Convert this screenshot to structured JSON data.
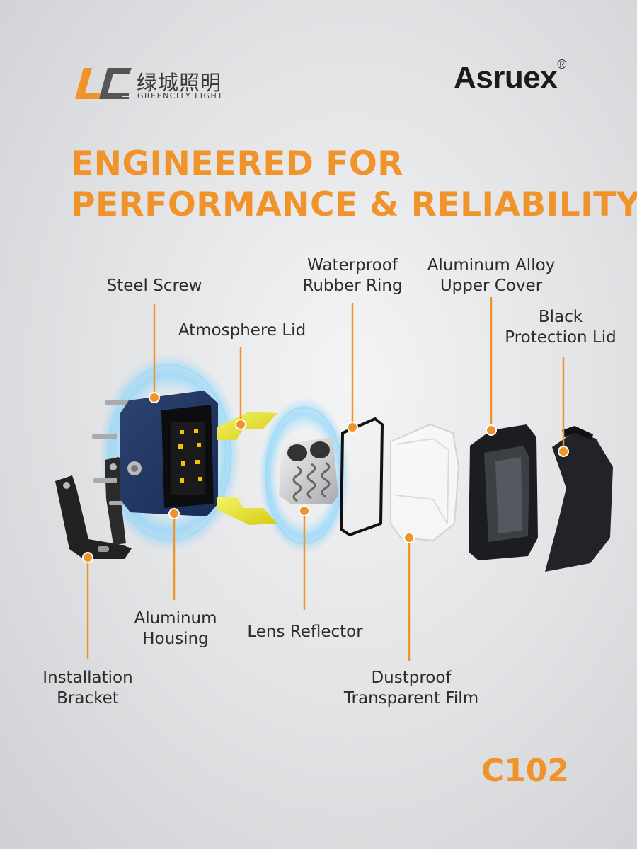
{
  "brand_left": {
    "logo_icon": "lc-logo-icon",
    "name_cn": "绿城照明",
    "name_en": "GREENCITY LIGHT"
  },
  "brand_right": {
    "name": "Asruex",
    "mark": "®"
  },
  "title": {
    "line1": "ENGINEERED FOR",
    "line2": "PERFORMANCE & RELIABILITY"
  },
  "labels": {
    "steel_screw": [
      "Steel Screw"
    ],
    "atmosphere_lid": [
      "Atmosphere Lid"
    ],
    "waterproof_ring": [
      "Waterproof",
      "Rubber Ring"
    ],
    "upper_cover": [
      "Aluminum Alloy",
      "Upper Cover"
    ],
    "protection_lid": [
      "Black",
      "Protection Lid"
    ],
    "installation_bracket": [
      "Installation",
      "Bracket"
    ],
    "aluminum_housing": [
      "Aluminum",
      "Housing"
    ],
    "lens_reflector": [
      "Lens Reflector"
    ],
    "dustproof_film": [
      "Dustproof",
      "Transparent Film"
    ]
  },
  "model": "C102",
  "colors": {
    "accent": "#f0932b",
    "text": "#2c2c2c",
    "glow": "#6fd0ff"
  }
}
